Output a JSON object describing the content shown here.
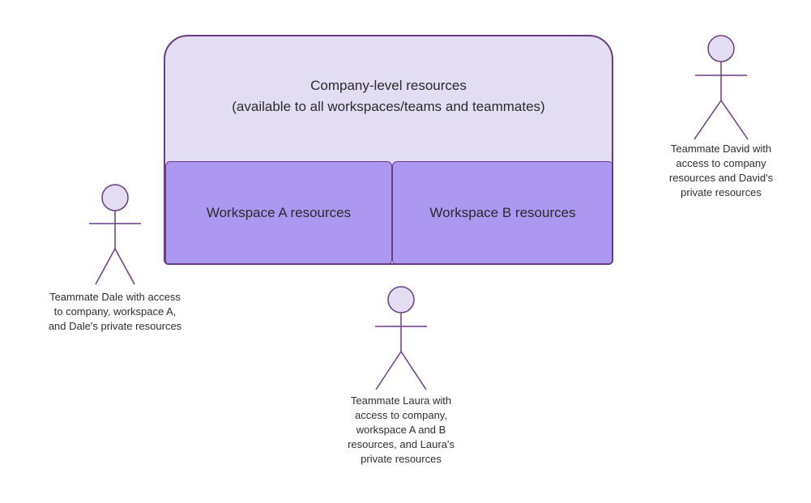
{
  "company": {
    "title": "Company-level resources",
    "subtitle": "(available to all workspaces/teams and teammates)"
  },
  "workspaces": [
    {
      "label": "Workspace A resources"
    },
    {
      "label": "Workspace B resources"
    }
  ],
  "actors": [
    {
      "name": "Teammate Dale",
      "description": [
        "Teammate Dale with access",
        "to company, workspace A,",
        "and Dale's private resources"
      ]
    },
    {
      "name": "Teammate Laura",
      "description": [
        "Teammate Laura with",
        "access to company,",
        "workspace A and B",
        "resources, and Laura's",
        "private resources"
      ]
    },
    {
      "name": "Teammate David",
      "description": [
        "Teammate David with",
        "access to company",
        "resources and David's",
        "private resources"
      ]
    }
  ],
  "colors": {
    "outline": "#6b3c86",
    "company_fill": "#e3ddf3",
    "workspace_fill": "#ad98f1",
    "actor_head_fill": "#e3ddf3"
  }
}
